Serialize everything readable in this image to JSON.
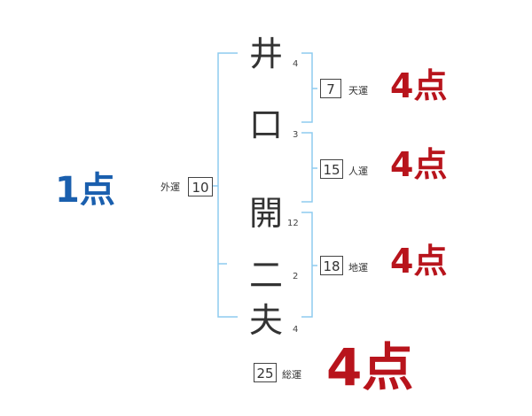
{
  "name_chars": [
    {
      "char": "井",
      "strokes": "4"
    },
    {
      "char": "口",
      "strokes": "3"
    },
    {
      "char": "開",
      "strokes": "12"
    },
    {
      "char": "二",
      "strokes": "2"
    },
    {
      "char": "夫",
      "strokes": "4"
    }
  ],
  "gaiun": {
    "label": "外運",
    "value": "10",
    "score": "1点"
  },
  "tenun": {
    "label": "天運",
    "value": "7",
    "score": "4点"
  },
  "jinun": {
    "label": "人運",
    "value": "15",
    "score": "4点"
  },
  "chiun": {
    "label": "地運",
    "value": "18",
    "score": "4点"
  },
  "souun": {
    "label": "総運",
    "value": "25",
    "score": "4点"
  },
  "colors": {
    "bracket": "#8ecbef",
    "score_red": "#b8141c",
    "score_blue": "#1a5fae"
  }
}
